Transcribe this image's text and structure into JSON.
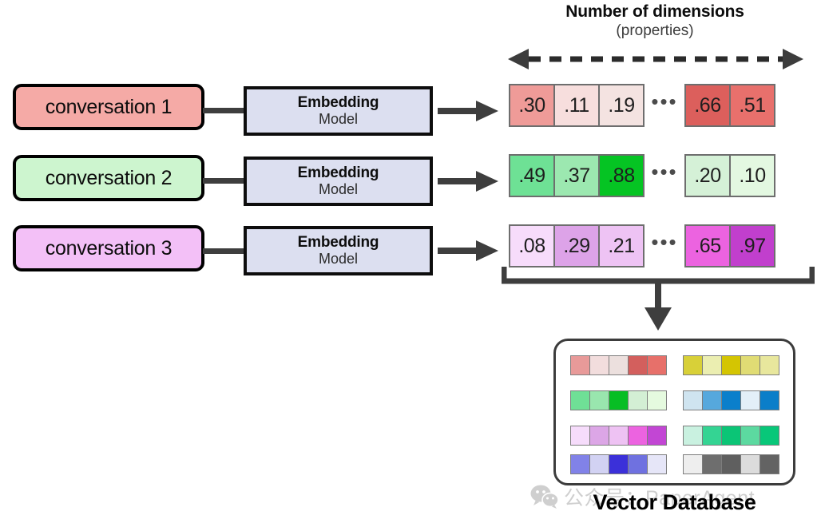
{
  "diagram": {
    "dimensions_header": {
      "title": "Number of dimensions",
      "subtitle": "(properties)",
      "arrow_icon": "double-headed-dashed-arrow-icon"
    },
    "rows": [
      {
        "conversation_label": "conversation 1",
        "conversation_fill": "#f5aaa6",
        "model_title": "Embedding",
        "model_subtitle": "Model",
        "vector_head": [
          {
            "value": ".30",
            "fill": "#ef9b98"
          },
          {
            "value": ".11",
            "fill": "#f7dedd"
          },
          {
            "value": ".19",
            "fill": "#f4e3e1"
          }
        ],
        "ellipsis": "•••",
        "vector_tail": [
          {
            "value": ".66",
            "fill": "#dc5f5c"
          },
          {
            "value": ".51",
            "fill": "#e8706c"
          }
        ]
      },
      {
        "conversation_label": "conversation 2",
        "conversation_fill": "#cdf5cf",
        "model_title": "Embedding",
        "model_subtitle": "Model",
        "vector_head": [
          {
            "value": ".49",
            "fill": "#6ee195"
          },
          {
            "value": ".37",
            "fill": "#9ce8b0"
          },
          {
            "value": ".88",
            "fill": "#05c423"
          }
        ],
        "ellipsis": "•••",
        "vector_tail": [
          {
            "value": ".20",
            "fill": "#d5f1d7"
          },
          {
            "value": ".10",
            "fill": "#e3f8e1"
          }
        ]
      },
      {
        "conversation_label": "conversation 3",
        "conversation_fill": "#f3c0f7",
        "model_title": "Embedding",
        "model_subtitle": "Model",
        "vector_head": [
          {
            "value": ".08",
            "fill": "#f7dcfb"
          },
          {
            "value": ".29",
            "fill": "#dda3e8"
          },
          {
            "value": ".21",
            "fill": "#eec3f4"
          }
        ],
        "ellipsis": "•••",
        "vector_tail": [
          {
            "value": ".65",
            "fill": "#ec63e0"
          },
          {
            "value": ".97",
            "fill": "#c13fcd"
          }
        ]
      }
    ],
    "bracket_icon": "bracket-collector-icon",
    "down_arrow_icon": "arrow-down-icon",
    "database": {
      "title": "Vector Database",
      "swatch_rows_left": [
        [
          "#e89a99",
          "#f2dddd",
          "#ece0de",
          "#d35f5d",
          "#e7706a"
        ],
        [
          "#6fe096",
          "#99e6ae",
          "#07be24",
          "#d3efd4",
          "#e5fadf"
        ],
        [
          "#f6dcfb",
          "#dca6e6",
          "#eec2f3",
          "#ec63e0",
          "#c246d4"
        ],
        [
          "#8182e8",
          "#d2d2f3",
          "#3b30d9",
          "#6f71e0",
          "#e6e6f8"
        ]
      ],
      "swatch_rows_right": [
        [
          "#d8d038",
          "#ebeeb1",
          "#d4c502",
          "#e0dc74",
          "#e8e79d"
        ],
        [
          "#cfe4f0",
          "#56a8dd",
          "#0b7fcb",
          "#e3eff8",
          "#0b7ec9"
        ],
        [
          "#c9f1e0",
          "#34d493",
          "#0bc576",
          "#5cd9a0",
          "#08c779"
        ],
        [
          "#eeeeee",
          "#6e6e6e",
          "#5f5f5f",
          "#dcdcdc",
          "#636363"
        ]
      ]
    },
    "watermark": {
      "logo_icon": "wechat-logo-icon",
      "text": "公众号：PaperAgent"
    }
  }
}
